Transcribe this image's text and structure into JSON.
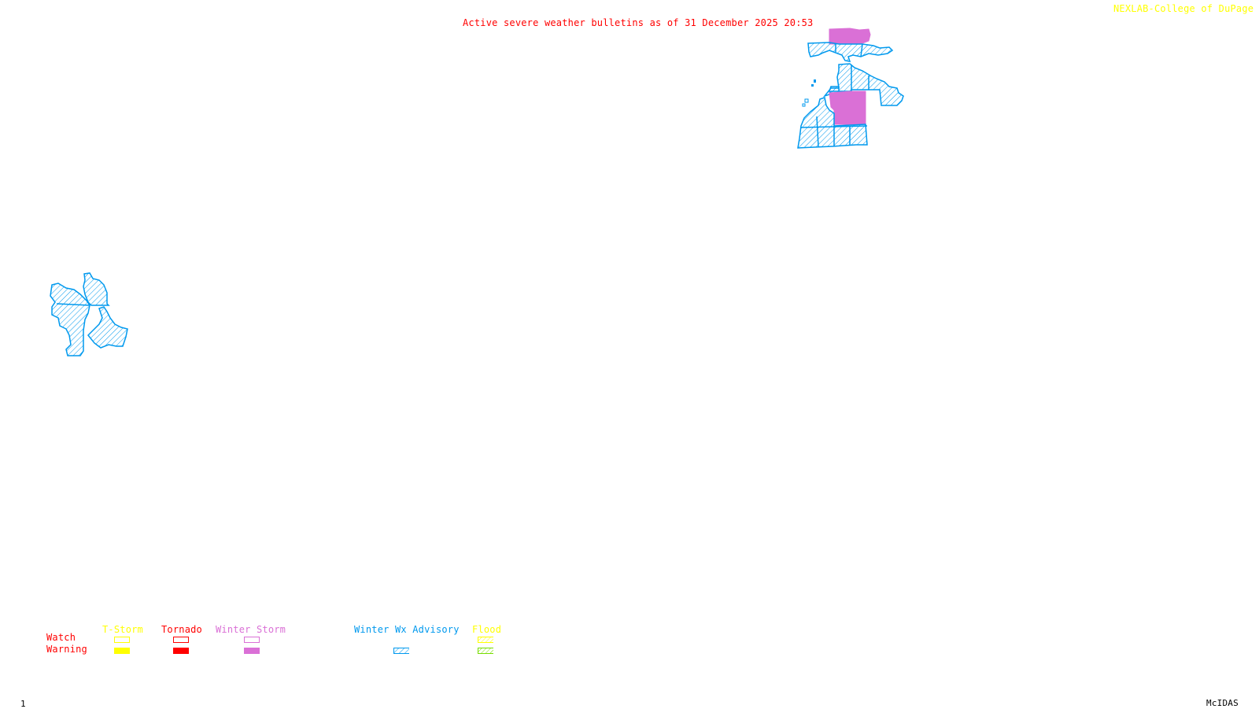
{
  "header": {
    "title": "Active severe weather bulletins as of 31 December 2025 20:53",
    "credit": "NEXLAB-College of DuPage",
    "credit_icon": "nexlab-logo-icon"
  },
  "colors": {
    "title": "#ff0000",
    "credit": "#ffff00",
    "tstorm": "#ffff00",
    "tornado": "#ff0000",
    "winter_storm": "#da70d6",
    "winter_wx_advisory": "#0099ee",
    "flood_watch": "#ffff00",
    "flood_warning": "#77dd00"
  },
  "legend": {
    "row_labels": {
      "watch": "Watch",
      "warning": "Warning"
    },
    "columns": [
      {
        "label": "T-Storm",
        "key": "tstorm",
        "watch": "outline",
        "warning": "solid"
      },
      {
        "label": "Tornado",
        "key": "tornado",
        "watch": "outline",
        "warning": "solid"
      },
      {
        "label": "Winter Storm",
        "key": "winter_storm",
        "watch": "outline",
        "warning": "solid"
      },
      {
        "label": "Winter Wx Advisory",
        "key": "winter_wx_advisory",
        "watch": "none",
        "warning": "hatched"
      },
      {
        "label": "Flood",
        "key": "flood",
        "watch": "hatched",
        "warning": "hatched"
      }
    ]
  },
  "map": {
    "regions": [
      {
        "name": "winter-storm-warning-upper-peninsula",
        "type": "Winter Storm Warning"
      },
      {
        "name": "winter-storm-warning-northern-lower-mi",
        "type": "Winter Storm Warning"
      },
      {
        "name": "winter-wx-advisory-michigan",
        "type": "Winter Wx Advisory"
      },
      {
        "name": "winter-wx-advisory-west",
        "type": "Winter Wx Advisory"
      }
    ]
  },
  "footer": {
    "frame_number": "1",
    "software": "McIDAS"
  }
}
